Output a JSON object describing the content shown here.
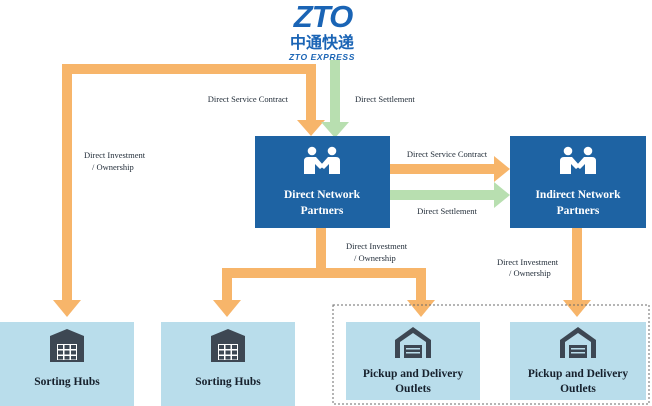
{
  "logo": {
    "wordmark": "ZTO",
    "chinese": "中通快递",
    "english": "ZTO EXPRESS"
  },
  "colors": {
    "orange": "#F7B56A",
    "green": "#B8DFB0",
    "partner_box": "#1E63A3",
    "hub_box": "#B9DDEB",
    "icon_dark": "#3D4753",
    "text_dark": "#16202c",
    "logo_blue": "#1A64B5"
  },
  "labels": {
    "top_contract": "Direct Service Contract",
    "top_settlement": "Direct Settlement",
    "left_invest_1": "Direct Investment",
    "left_invest_2": "/ Ownership",
    "mid_contract": "Direct Service Contract",
    "mid_settlement": "Direct Settlement",
    "center_invest_1": "Direct Investment",
    "center_invest_2": "/ Ownership",
    "right_invest_1": "Direct Investment",
    "right_invest_2": "/ Ownership"
  },
  "boxes": {
    "direct_partners": {
      "line1": "Direct Network",
      "line2": "Partners",
      "icon": "handshake-people-icon"
    },
    "indirect_partners": {
      "line1": "Indirect Network",
      "line2": "Partners",
      "icon": "handshake-people-icon"
    },
    "sorting_hub_1": {
      "line1": "Sorting Hubs",
      "icon": "warehouse-icon"
    },
    "sorting_hub_2": {
      "line1": "Sorting Hubs",
      "icon": "warehouse-icon"
    },
    "outlet_1": {
      "line1": "Pickup and Delivery",
      "line2": "Outlets",
      "icon": "garage-icon"
    },
    "outlet_2": {
      "line1": "Pickup and Delivery",
      "line2": "Outlets",
      "icon": "garage-icon"
    }
  }
}
